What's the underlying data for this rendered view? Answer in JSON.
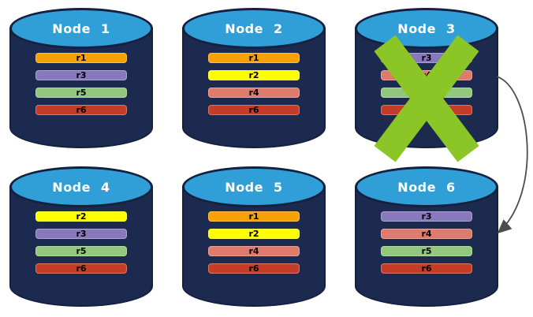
{
  "diagram": {
    "type": "database-replication-failover",
    "nodes": [
      {
        "id": "node-1",
        "title": "Node 1",
        "failed": false,
        "replicas": [
          "r1",
          "r3",
          "r5",
          "r6"
        ]
      },
      {
        "id": "node-2",
        "title": "Node 2",
        "failed": false,
        "replicas": [
          "r1",
          "r2",
          "r4",
          "r6"
        ]
      },
      {
        "id": "node-3",
        "title": "Node 3",
        "failed": true,
        "replicas": [
          "r3",
          "r4",
          "r5",
          "r6"
        ]
      },
      {
        "id": "node-4",
        "title": "Node 4",
        "failed": false,
        "replicas": [
          "r2",
          "r3",
          "r5",
          "r6"
        ]
      },
      {
        "id": "node-5",
        "title": "Node 5",
        "failed": false,
        "replicas": [
          "r1",
          "r2",
          "r4",
          "r6"
        ]
      },
      {
        "id": "node-6",
        "title": "Node 6",
        "failed": false,
        "replicas": [
          "r3",
          "r4",
          "r5",
          "r6"
        ]
      }
    ],
    "arrow": {
      "from": "node-3",
      "to": "node-6",
      "color": "#4D4D4D"
    },
    "failure_mark": {
      "node": "node-3",
      "shape": "x-cross",
      "color": "#8CC626"
    }
  },
  "colors": {
    "cylinder_body": "#1B2A4E",
    "cylinder_edge": "#142040",
    "cylinder_top": "#319FD7",
    "title_text": "#FFFFFF",
    "bar_label": "#000000",
    "replica_colors": {
      "r1": "#F7A106",
      "r2": "#FFFF00",
      "r3": "#8879BE",
      "r4": "#DE7B6D",
      "r5": "#92C87E",
      "r6": "#C53D27"
    }
  }
}
